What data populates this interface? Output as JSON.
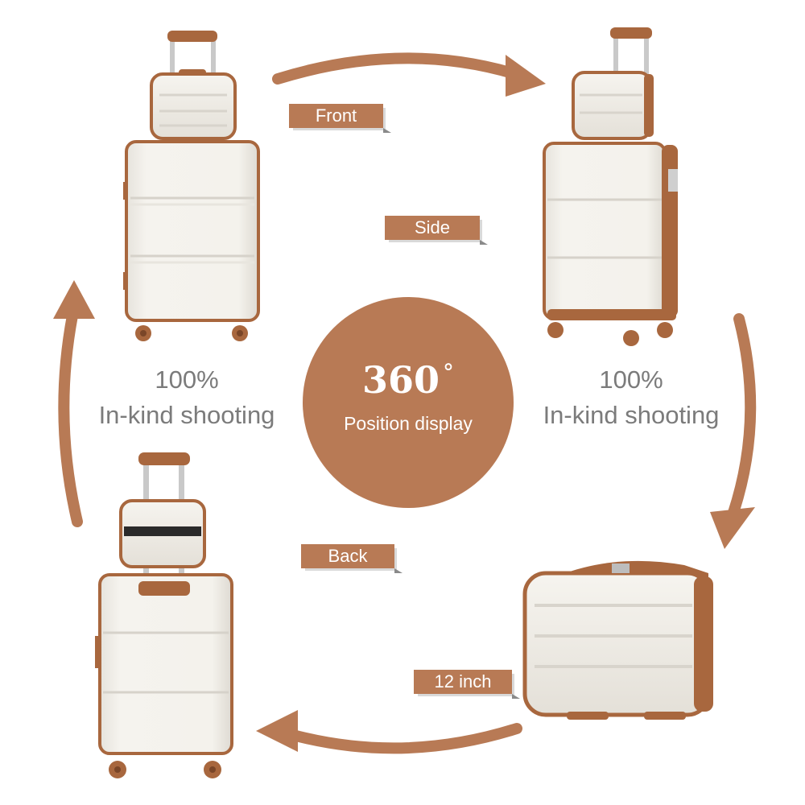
{
  "labels": {
    "front": "Front",
    "side": "Side",
    "back": "Back",
    "size": "12 inch"
  },
  "center": {
    "angle": "360",
    "degree_symbol": "°",
    "subtitle": "Position display"
  },
  "left_caption": {
    "line1": "100%",
    "line2": "In-kind shooting"
  },
  "right_caption": {
    "line1": "100%",
    "line2": "In-kind shooting"
  },
  "colors": {
    "accent": "#b87a55",
    "shell": "#f1efe9",
    "trim": "#a8673e",
    "caption": "#7b7b7b"
  }
}
